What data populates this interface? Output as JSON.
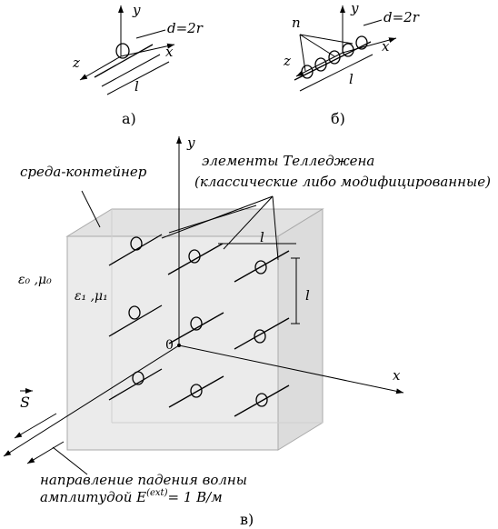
{
  "figure_a": {
    "axis_y": "y",
    "axis_x": "x",
    "axis_z": "z",
    "diameter_label": "d=2r",
    "length_label": "l",
    "caption": "а)"
  },
  "figure_b": {
    "axis_y": "y",
    "axis_x": "x",
    "axis_z": "z",
    "normal_label": "n",
    "diameter_label": "d=2r",
    "length_label": "l",
    "caption": "б)"
  },
  "figure_c": {
    "axis_y": "y",
    "axis_x": "x",
    "origin_label": "0",
    "container_label": "среда-контейнер",
    "elements_label_line1": "элементы Телледжена",
    "elements_label_line2": "(классические либо модифицированные)",
    "outer_medium": "ε₀ ,μ₀",
    "inner_medium": "ε₁ ,μ₁",
    "length_label_top": "l",
    "length_label_side": "l",
    "poynting_label": "S",
    "direction_line1": "направление падения волны",
    "direction_line2": "амплитудой E",
    "direction_superscript": "(ext)",
    "direction_value": "= 1 В/м",
    "caption": "в)"
  }
}
